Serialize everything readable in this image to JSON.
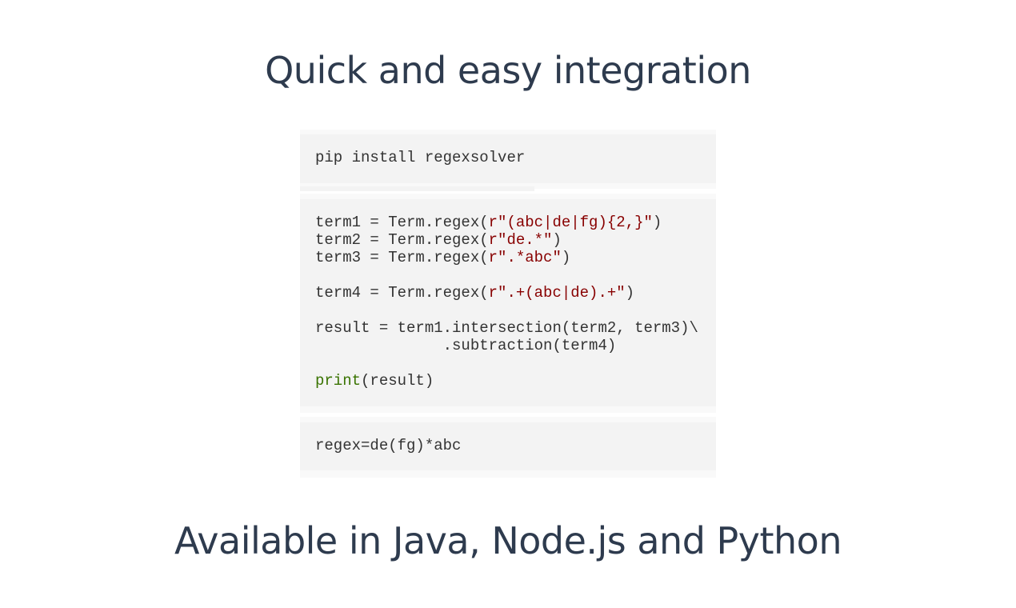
{
  "headings": {
    "integration": "Quick and easy integration",
    "availability": "Available in Java, Node.js and Python"
  },
  "install": {
    "command": "pip install regexsolver"
  },
  "example": {
    "lines": [
      {
        "code": "term1 = Term.regex(",
        "str": "r\"(abc|de|fg){2,}\"",
        "tail": ")"
      },
      {
        "code": "term2 = Term.regex(",
        "str": "r\"de.*\"",
        "tail": ")"
      },
      {
        "code": "term3 = Term.regex(",
        "str": "r\".*abc\"",
        "tail": ")"
      },
      {
        "code": "term4 = Term.regex(",
        "str": "r\".+(abc|de).+\"",
        "tail": ")"
      },
      {
        "code": "result = term1.intersection(term2, term3)\\"
      },
      {
        "code": "              .subtraction(term4)"
      },
      {
        "fn": "print",
        "tail": "(result)"
      }
    ]
  },
  "output": {
    "text": "regex=de(fg)*abc"
  },
  "colors": {
    "heading": "#2e3b4e",
    "code_bg": "#f3f3f3",
    "string": "#880000",
    "function": "#397300"
  }
}
